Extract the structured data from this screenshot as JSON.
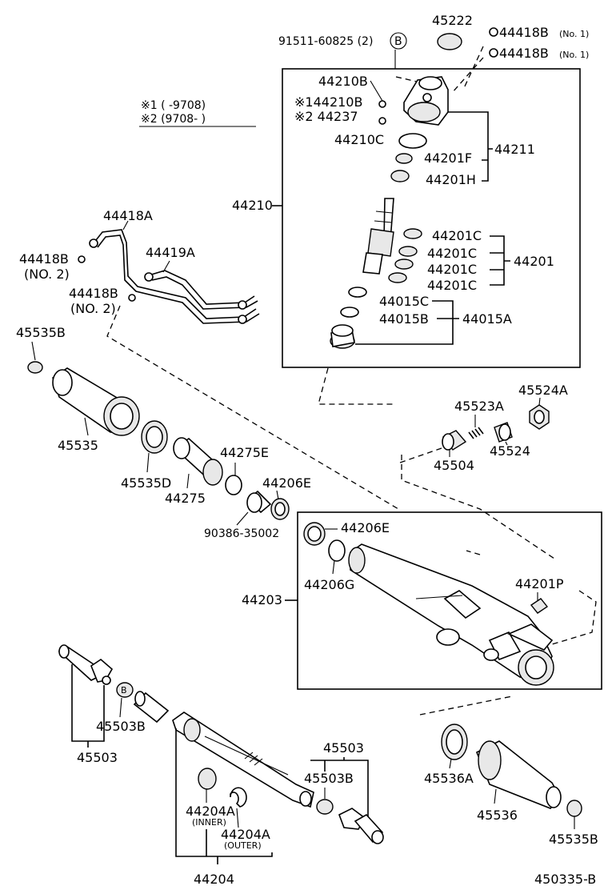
{
  "title": "",
  "figure_code": "450335-B",
  "legend": {
    "line1": "※1 (      -9708)",
    "line2": "※2 (9708-      )"
  },
  "labels": {
    "p45222": "45222",
    "p91511": "91511-60825 (2)",
    "circleB": "B",
    "p44418B_no1_a": "44418B",
    "no1_a": "(No. 1)",
    "p44418B_no1_b": "44418B",
    "no1_b": "(No. 1)",
    "p44210B": "44210B",
    "p44210B_s1": "※144210B",
    "p44237_s2": "※2 44237",
    "p44210C": "44210C",
    "p44201F": "44201F",
    "p44211": "44211",
    "p44201H": "44201H",
    "p44210": "44210",
    "p44201C_1": "44201C",
    "p44201C_2": "44201C",
    "p44201C_3": "44201C",
    "p44201C_4": "44201C",
    "p44201": "44201",
    "p44015C": "44015C",
    "p44015B": "44015B",
    "p44015A": "44015A",
    "p44418A": "44418A",
    "p44419A": "44419A",
    "p44418B_no2_a": "44418B",
    "no2_a": "(NO. 2)",
    "p44418B_no2_b": "44418B",
    "no2_b": "(NO. 2)",
    "p45535B_top": "45535B",
    "p45535": "45535",
    "p45535D": "45535D",
    "p44275": "44275",
    "p44275E": "44275E",
    "p44206E_a": "44206E",
    "p90386": "90386-35002",
    "p45523A": "45523A",
    "p45524A": "45524A",
    "p45504": "45504",
    "p45524": "45524",
    "p44206E_b": "44206E",
    "p44206G": "44206G",
    "p44201P": "44201P",
    "p44203": "44203",
    "p45503B_a": "45503B",
    "p45503_a": "45503",
    "p45503_b": "45503",
    "p45503B_b": "45503B",
    "p44204A_in": "44204A",
    "inner": "(INNER)",
    "p44204A_out": "44204A",
    "outer": "(OUTER)",
    "p44204": "44204",
    "p45536A": "45536A",
    "p45536": "45536",
    "p45535B_bot": "45535B"
  }
}
